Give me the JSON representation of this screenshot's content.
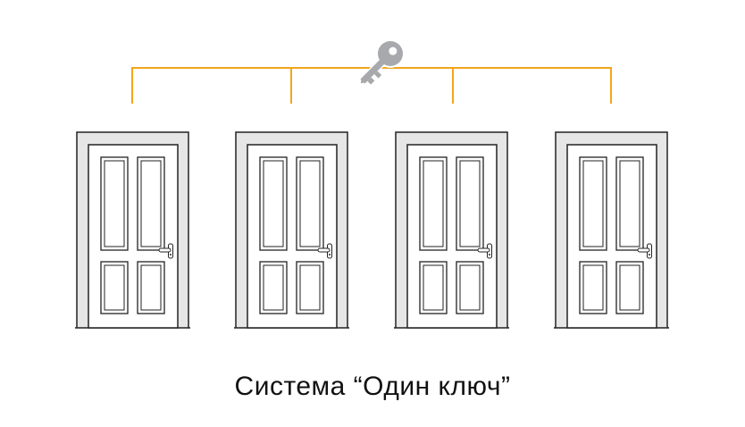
{
  "caption": "Система “Один ключ”",
  "colors": {
    "connector": "#f3a51c",
    "key": "#a7a9ac",
    "frame_fill": "#e6e6e6",
    "door_fill": "#ffffff",
    "outline": "#222222"
  },
  "icons": {
    "key": "key-icon",
    "door": "door-icon",
    "handle": "door-handle-icon"
  },
  "doors": [
    {
      "id": "door-1"
    },
    {
      "id": "door-2"
    },
    {
      "id": "door-3"
    },
    {
      "id": "door-4"
    }
  ]
}
